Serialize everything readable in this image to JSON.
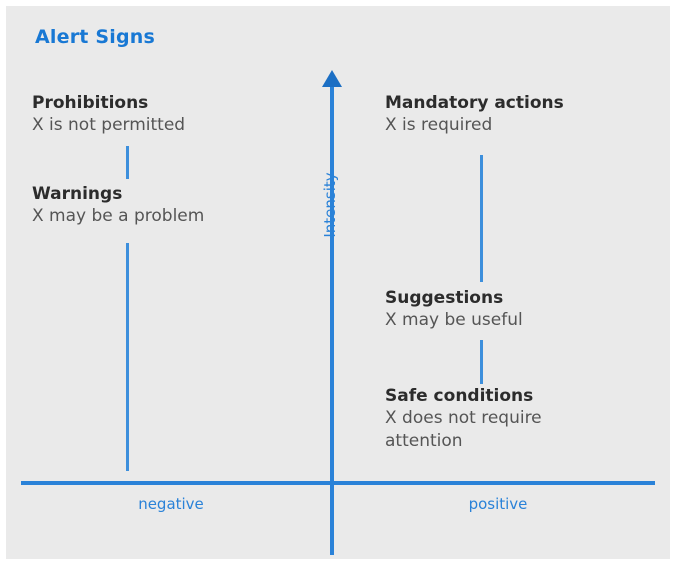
{
  "title": "Alert Signs",
  "colors": {
    "accent_blue": "#2a82d8",
    "title_blue": "#1878d4",
    "connector_blue": "#3d8fdc",
    "heading_text": "#2c2c2c",
    "body_text": "#555555",
    "plate_background": "#eaeaea",
    "page_background": "#ffffff"
  },
  "axes": {
    "vertical_label": "Intensity",
    "horizontal_left_label": "negative",
    "horizontal_right_label": "positive"
  },
  "blocks": {
    "prohibitions": {
      "heading": "Prohibitions",
      "desc_line1": "X is not permitted"
    },
    "warnings": {
      "heading": "Warnings",
      "desc_line1": "X may be a problem"
    },
    "mandatory_actions": {
      "heading": "Mandatory actions",
      "desc_line1": "X is required"
    },
    "suggestions": {
      "heading": "Suggestions",
      "desc_line1": "X may be useful"
    },
    "safe_conditions": {
      "heading": "Safe conditions",
      "desc_line1": "X does not require",
      "desc_line2": "attention"
    }
  }
}
